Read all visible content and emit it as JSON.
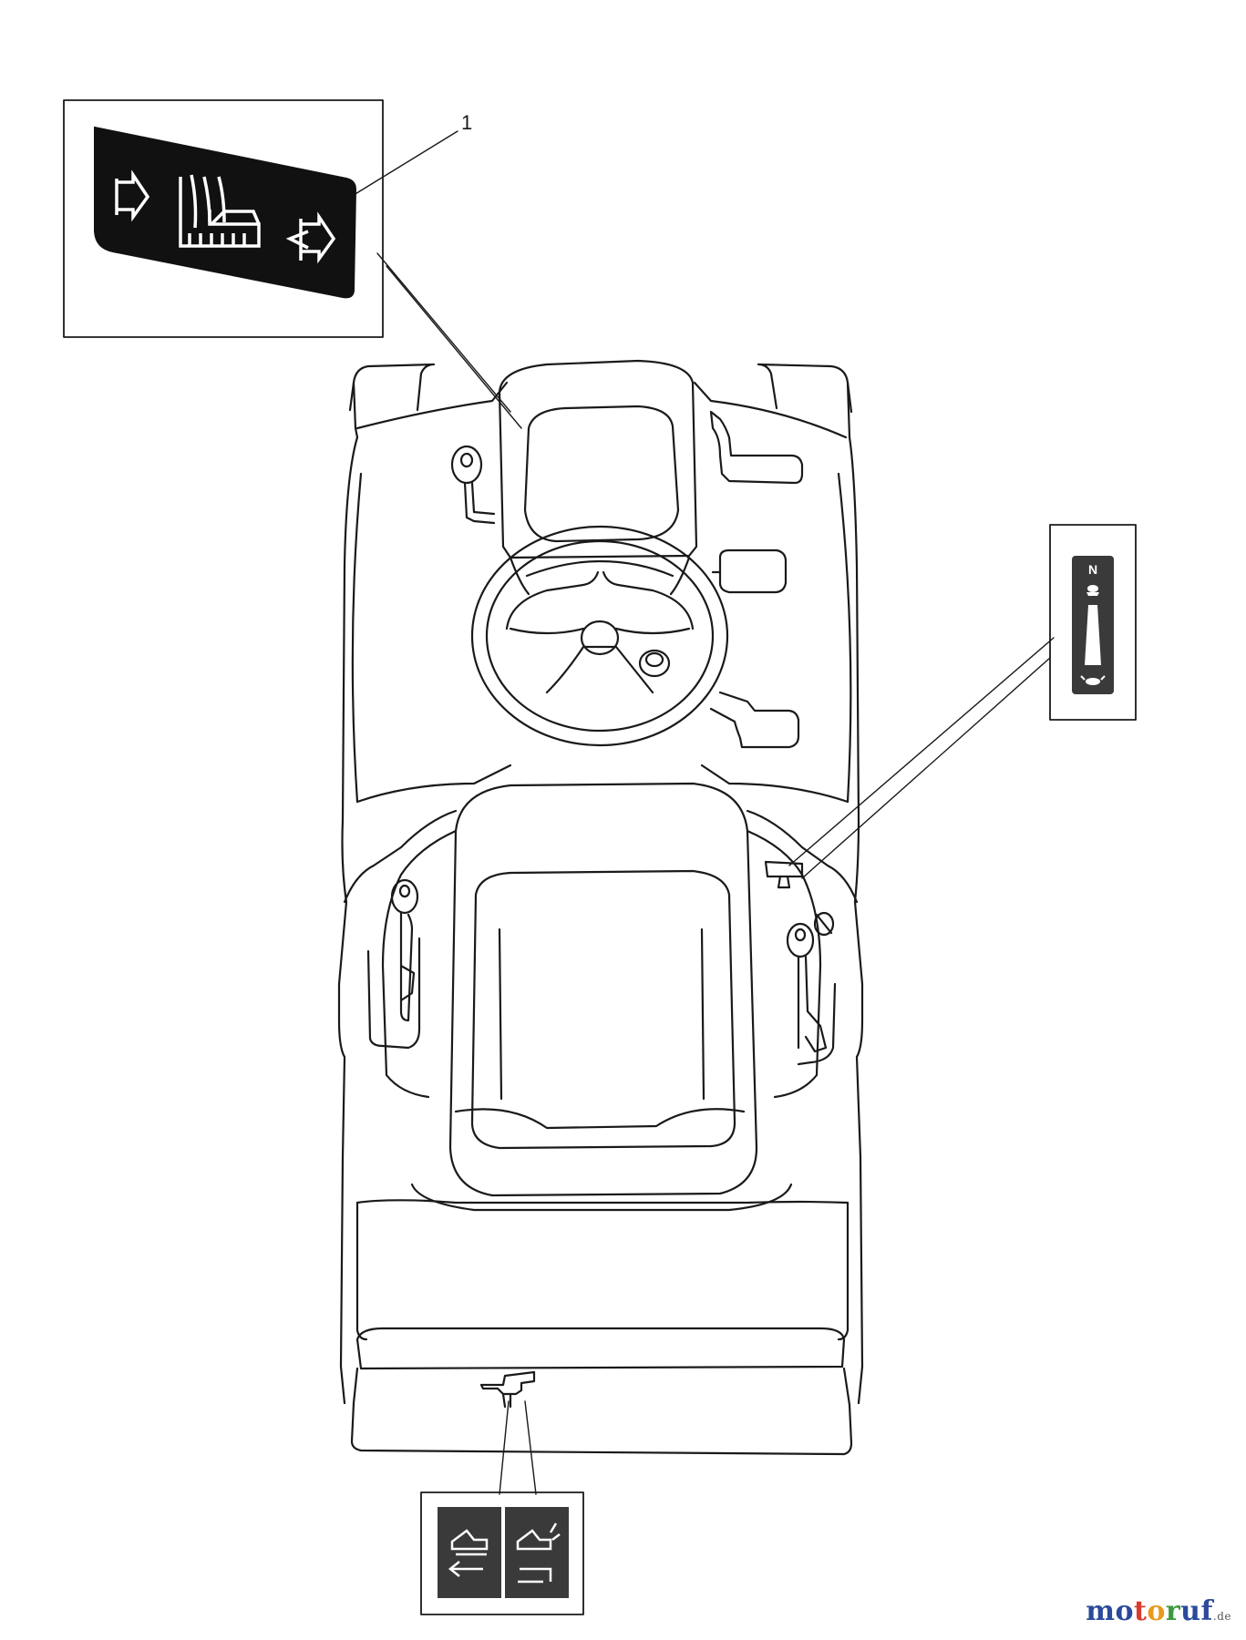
{
  "callouts": [
    {
      "number": "1"
    }
  ],
  "decals": {
    "top": {
      "icons": [
        "arrow-right-icon",
        "mower-deck-height-icon",
        "arrow-left-icon"
      ]
    },
    "right": {
      "letter": "N",
      "icons": [
        "turtle-icon",
        "speed-wedge-icon",
        "rabbit-icon"
      ]
    },
    "bottom": {
      "icons": [
        "mower-engaged-icon",
        "mower-disengaged-icon"
      ]
    }
  },
  "watermark": {
    "brand": "motoruf",
    "suffix": ".de",
    "letter_colors": [
      "#2b4a9b",
      "#2b4a9b",
      "#d83a2b",
      "#e89a1c",
      "#3c9a3c",
      "#2b4a9b",
      "#2b4a9b"
    ]
  }
}
